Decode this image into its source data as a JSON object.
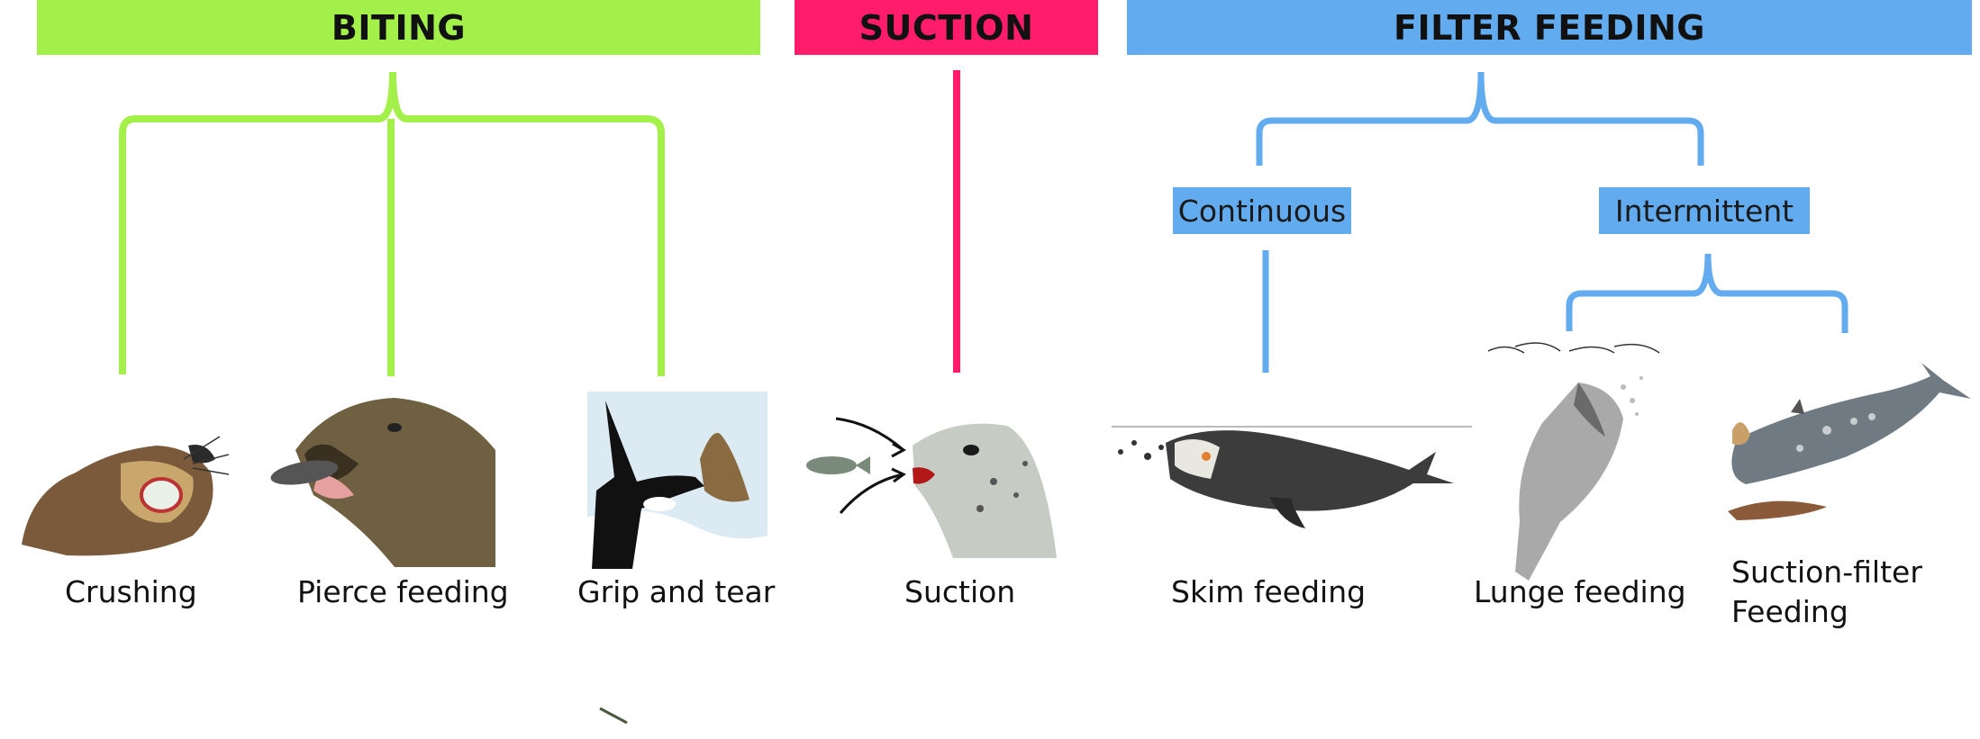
{
  "headers": {
    "biting": "BITING",
    "suction": "SUCTION",
    "filter_feeding": "FILTER FEEDING"
  },
  "subheaders": {
    "continuous": "Continuous",
    "intermittent": "Intermittent"
  },
  "modes": {
    "crushing": "Crushing",
    "pierce": "Pierce feeding",
    "grip": "Grip and tear",
    "suction": "Suction",
    "skim": "Skim feeding",
    "lunge": "Lunge feeding",
    "suction_filter_1": "Suction-filter",
    "suction_filter_2": "Feeding"
  },
  "colors": {
    "biting": "#a3f04a",
    "suction": "#ff1d6b",
    "filter": "#63abef"
  },
  "icons": [
    "seal-crushing-icon",
    "sea-lion-pierce-icon",
    "orca-grip-icon",
    "seal-suction-icon",
    "right-whale-skim-icon",
    "rorqual-lunge-icon",
    "gray-whale-suction-filter-icon"
  ]
}
